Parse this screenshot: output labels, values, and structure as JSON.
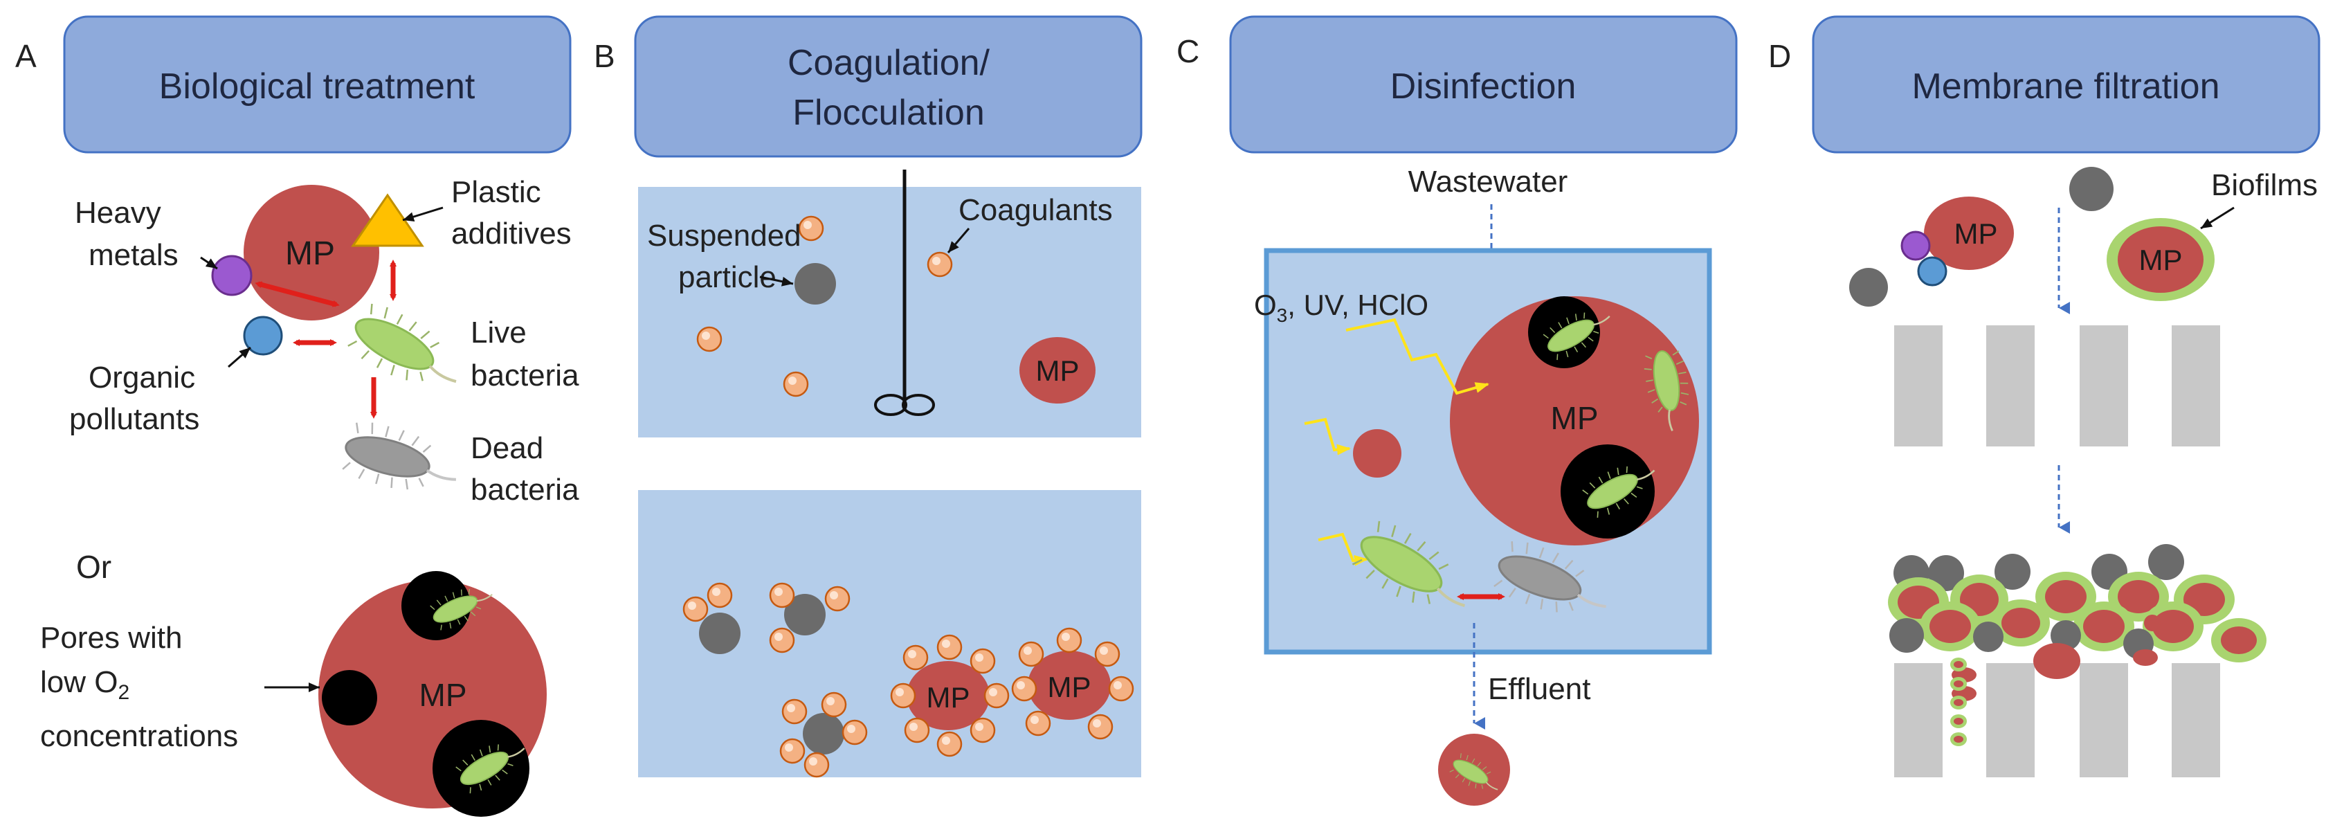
{
  "panels": {
    "a": {
      "letter": "A",
      "title": "Biological treatment",
      "labels": {
        "heavy_metals_1": "Heavy",
        "heavy_metals_2": "metals",
        "plastic_additives_1": "Plastic",
        "plastic_additives_2": "additives",
        "organic_pollutants_1": "Organic",
        "organic_pollutants_2": "pollutants",
        "live_bacteria_1": "Live",
        "live_bacteria_2": "bacteria",
        "dead_bacteria_1": "Dead",
        "dead_bacteria_2": "bacteria",
        "or": "Or",
        "pores_1": "Pores with",
        "pores_2a": "low O",
        "pores_2b": "2",
        "pores_3": "concentrations",
        "mp_top": "MP",
        "mp_bottom": "MP"
      }
    },
    "b": {
      "letter": "B",
      "title_1": "Coagulation/",
      "title_2": "Flocculation",
      "labels": {
        "suspended_1": "Suspended",
        "suspended_2": "particle",
        "coagulants": "Coagulants",
        "mp_top": "MP",
        "mp_bottom_1": "MP",
        "mp_bottom_2": "MP"
      }
    },
    "c": {
      "letter": "C",
      "title": "Disinfection",
      "labels": {
        "wastewater": "Wastewater",
        "oxidants_a": "O",
        "oxidants_sub": "3",
        "oxidants_b": ", UV, HClO",
        "mp": "MP",
        "effluent": "Effluent"
      }
    },
    "d": {
      "letter": "D",
      "title": "Membrane filtration",
      "labels": {
        "biofilms": "Biofilms",
        "mp_1": "MP",
        "mp_2": "MP"
      }
    }
  },
  "colors": {
    "header_fill": "#8eaadb",
    "header_stroke": "#4472c4",
    "water": "#b4cdea",
    "mp_red": "#c0504d",
    "bacteria_green": "#a9d46f",
    "dead_gray": "#9a9a9a",
    "coagulant_orange": "#f4b183",
    "arrow_red": "#e0201b",
    "membrane_gray": "#c8c8c8"
  }
}
